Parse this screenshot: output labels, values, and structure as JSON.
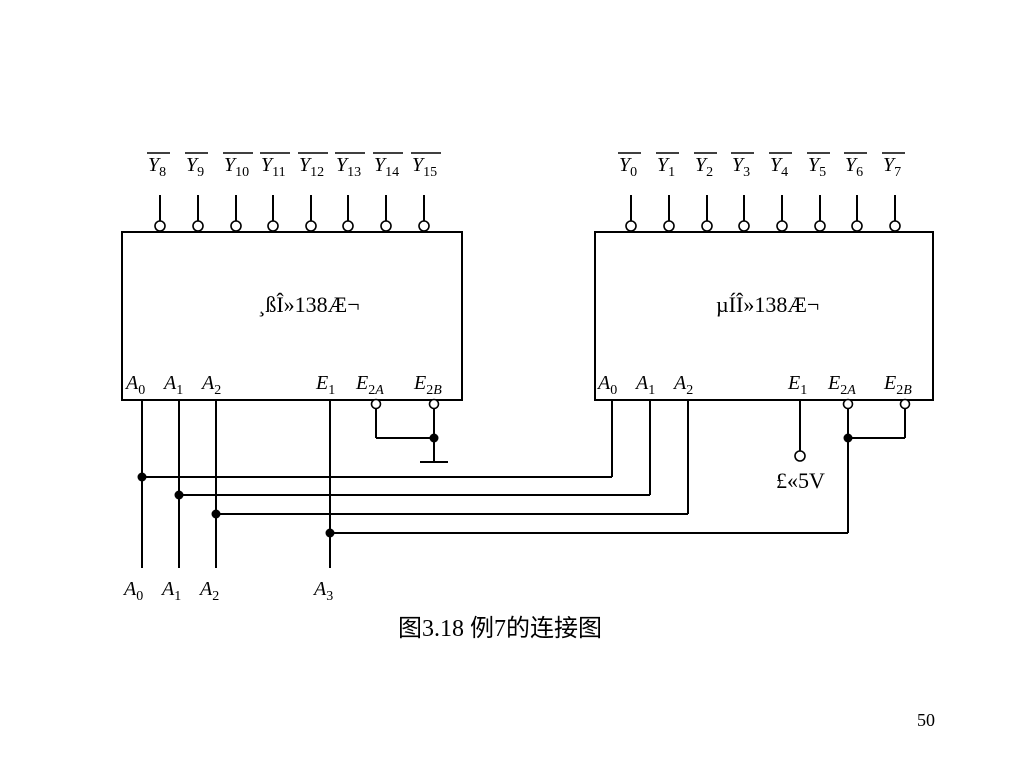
{
  "chips": {
    "high": {
      "label": "¸ßÎ»138Æ¬",
      "outputs": [
        {
          "name": "Y",
          "sub": "8"
        },
        {
          "name": "Y",
          "sub": "9"
        },
        {
          "name": "Y",
          "sub": "10"
        },
        {
          "name": "Y",
          "sub": "11"
        },
        {
          "name": "Y",
          "sub": "12"
        },
        {
          "name": "Y",
          "sub": "13"
        },
        {
          "name": "Y",
          "sub": "14"
        },
        {
          "name": "Y",
          "sub": "15"
        }
      ],
      "inputs": [
        {
          "name": "A",
          "sub": "0"
        },
        {
          "name": "A",
          "sub": "1"
        },
        {
          "name": "A",
          "sub": "2"
        },
        {
          "name": "E",
          "sub": "1"
        },
        {
          "name": "E",
          "sub": "2A"
        },
        {
          "name": "E",
          "sub": "2B"
        }
      ]
    },
    "low": {
      "label": "µÍÎ»138Æ¬",
      "outputs": [
        {
          "name": "Y",
          "sub": "0"
        },
        {
          "name": "Y",
          "sub": "1"
        },
        {
          "name": "Y",
          "sub": "2"
        },
        {
          "name": "Y",
          "sub": "3"
        },
        {
          "name": "Y",
          "sub": "4"
        },
        {
          "name": "Y",
          "sub": "5"
        },
        {
          "name": "Y",
          "sub": "6"
        },
        {
          "name": "Y",
          "sub": "7"
        }
      ],
      "inputs": [
        {
          "name": "A",
          "sub": "0"
        },
        {
          "name": "A",
          "sub": "1"
        },
        {
          "name": "A",
          "sub": "2"
        },
        {
          "name": "E",
          "sub": "1"
        },
        {
          "name": "E",
          "sub": "2A"
        },
        {
          "name": "E",
          "sub": "2B"
        }
      ]
    }
  },
  "external_inputs": [
    {
      "name": "A",
      "sub": "0"
    },
    {
      "name": "A",
      "sub": "1"
    },
    {
      "name": "A",
      "sub": "2"
    },
    {
      "name": "A",
      "sub": "3"
    }
  ],
  "supply_label": "£«5V",
  "caption": "图3.18  例7的连接图",
  "page_number": "50"
}
